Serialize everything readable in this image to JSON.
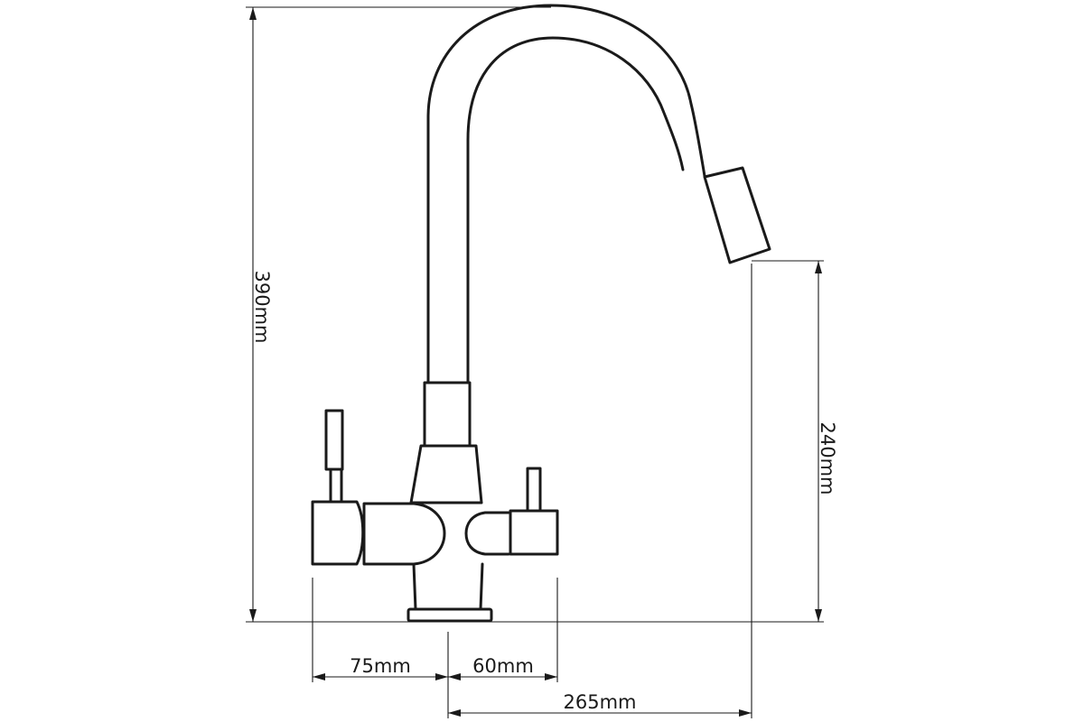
{
  "drawing": {
    "subject": "Kitchen faucet with pull-out spout and filter lever",
    "dimensions": {
      "total_height": "390mm",
      "spout_height": "240mm",
      "left_lever_offset": "75mm",
      "right_lever_offset": "60mm",
      "spout_reach": "265mm"
    }
  },
  "colors": {
    "line": "#1a1a1a",
    "background": "#ffffff"
  }
}
